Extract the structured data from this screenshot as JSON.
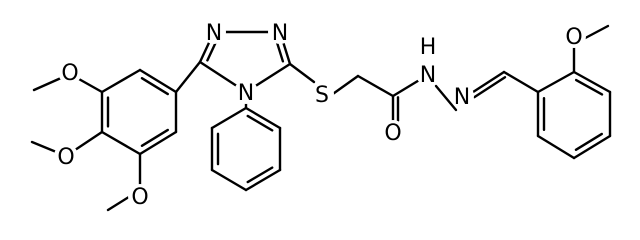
{
  "molecule": {
    "atoms": {
      "N_triazole_3": "N",
      "N_triazole_2": "N",
      "N_triazole_4": "N",
      "S_thioether": "S",
      "O_carbonyl": "O",
      "NH_hydrazide": "N",
      "H_hydrazide": "H",
      "N_imine": "N",
      "O_methoxy_aryl": "O",
      "O_methoxy_3": "O",
      "O_methoxy_4": "O",
      "O_methoxy_5": "O"
    }
  }
}
